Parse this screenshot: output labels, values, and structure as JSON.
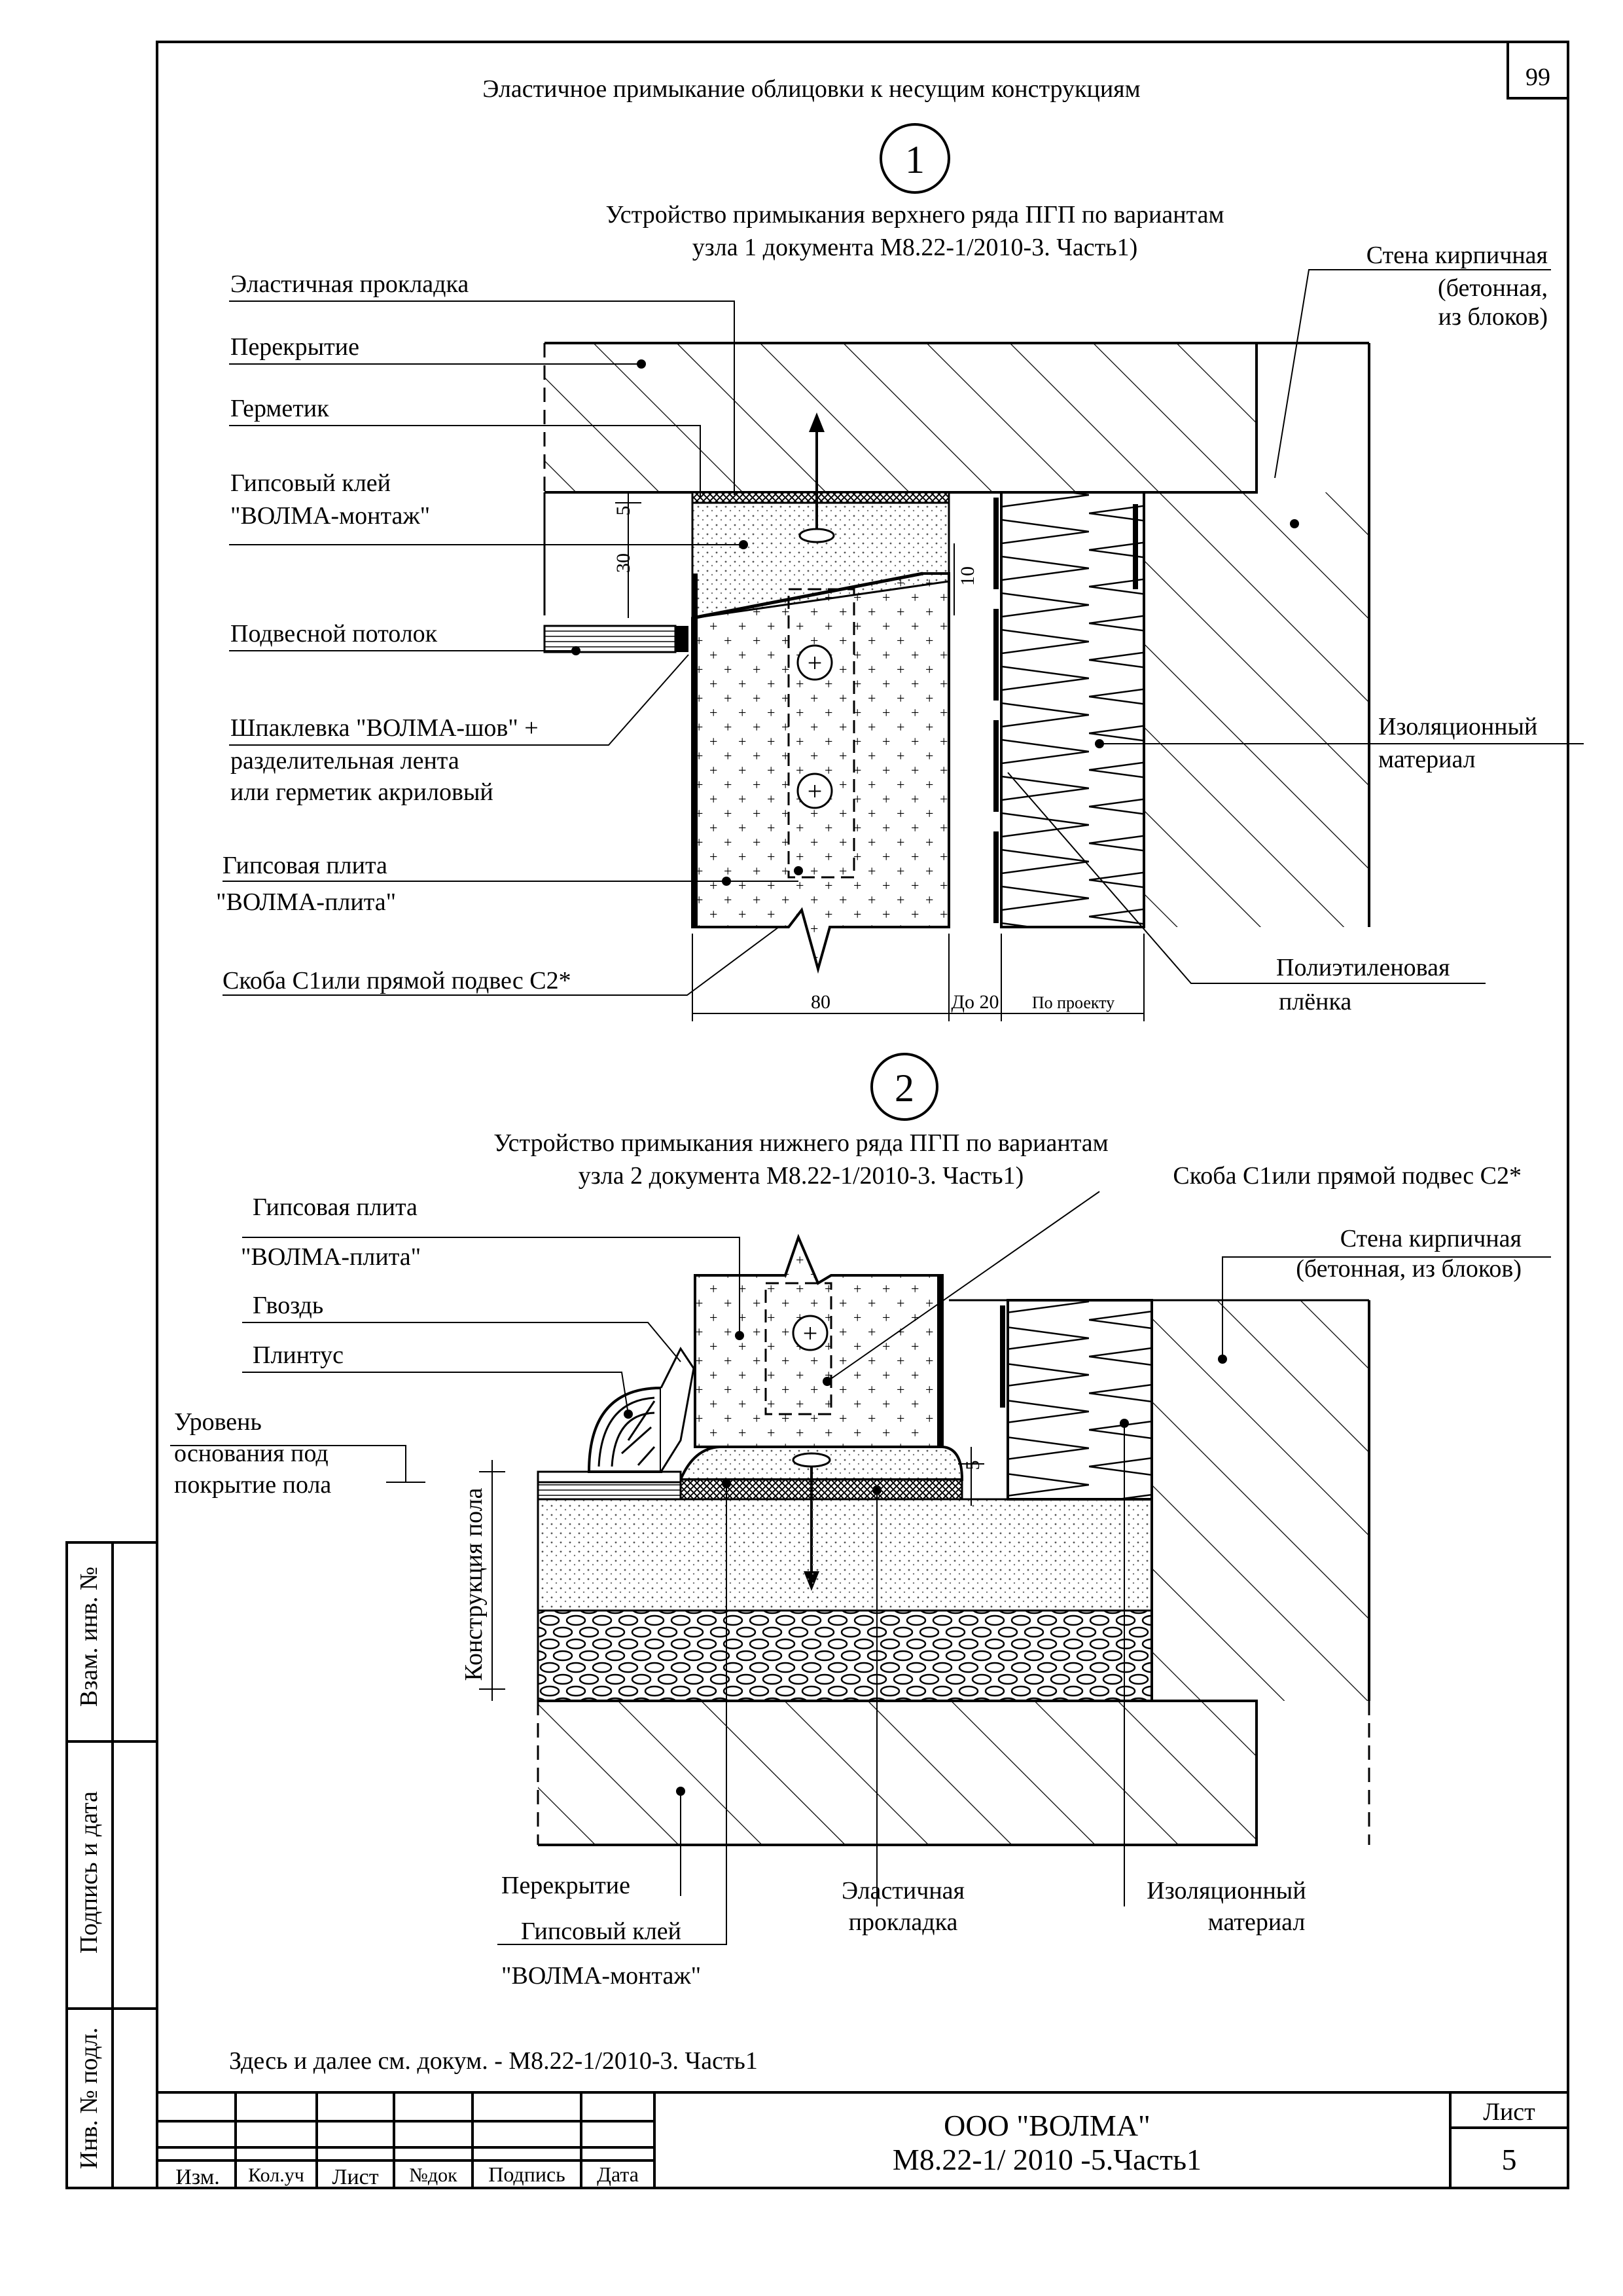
{
  "page_number": "99",
  "title": "Эластичное примыкание облицовки к несущим конструкциям",
  "node1": {
    "number": "1",
    "caption_line1": "Устройство примыкания верхнего ряда ПГП по вариантам",
    "caption_line2": "узла 1 документа М8.22-1/2010-3. Часть1)",
    "labels": {
      "elastic_pad": "Эластичная прокладка",
      "slab": "Перекрытие",
      "sealant": "Герметик",
      "glue_1": "Гипсовый клей",
      "glue_2": "\"ВОЛМА-монтаж\"",
      "ceiling": "Подвесной потолок",
      "putty_1": "Шпаклевка \"ВОЛМА-шов\" +",
      "putty_2": "разделительная лента",
      "putty_3": "или герметик акриловый",
      "plate_1": "Гипсовая плита",
      "plate_2": "\"ВОЛМА-плита\"",
      "bracket": "Скоба С1или прямой подвес С2*",
      "wall_1": "Стена кирпичная",
      "wall_2": "(бетонная,",
      "wall_3": "из блоков)",
      "insulation_1": "Изоляционный",
      "insulation_2": "материал",
      "film_1": "Полиэтиленовая",
      "film_2": "плёнка"
    },
    "dims": {
      "d5": "5",
      "d30": "30",
      "d10": "10",
      "d80": "80",
      "to20": "До 20",
      "by_project": "По проекту"
    }
  },
  "node2": {
    "number": "2",
    "caption_line1": "Устройство примыкания нижнего ряда ПГП по вариантам",
    "caption_line2": "узла 2 документа М8.22-1/2010-3. Часть1)",
    "labels": {
      "bracket": "Скоба С1или прямой подвес С2*",
      "plate_1": "Гипсовая плита",
      "plate_2": "\"ВОЛМА-плита\"",
      "nail": "Гвоздь",
      "plinth": "Плинтус",
      "level_1": "Уровень",
      "level_2": "основания под",
      "level_3": "покрытие пола",
      "wall_1": "Стена кирпичная",
      "wall_2": "(бетонная, из блоков)",
      "floor_construction": "Конструкция пола",
      "slab": "Перекрытие",
      "glue_1": "Гипсовый клей",
      "glue_2": "\"ВОЛМА-монтаж\"",
      "elastic_pad_1": "Эластичная",
      "elastic_pad_2": "прокладка",
      "insulation_1": "Изоляционный",
      "insulation_2": "материал"
    },
    "dims": {
      "d5": "5"
    }
  },
  "footnote": "Здесь и далее см. докум. - М8.22-1/2010-3. Часть1",
  "side_stamp": {
    "replace_inv": "Взам. инв. №",
    "sign_date": "Подпись и дата",
    "inv_orig": "Инв. № подл."
  },
  "title_block": {
    "columns": [
      "Изм.",
      "Кол.уч",
      "Лист",
      "№док",
      "Подпись",
      "Дата"
    ],
    "company": "ООО \"ВОЛМА\"",
    "doc_code": "М8.22-1/ 2010 -5.Часть1",
    "sheet_label": "Лист",
    "sheet_number": "5"
  }
}
